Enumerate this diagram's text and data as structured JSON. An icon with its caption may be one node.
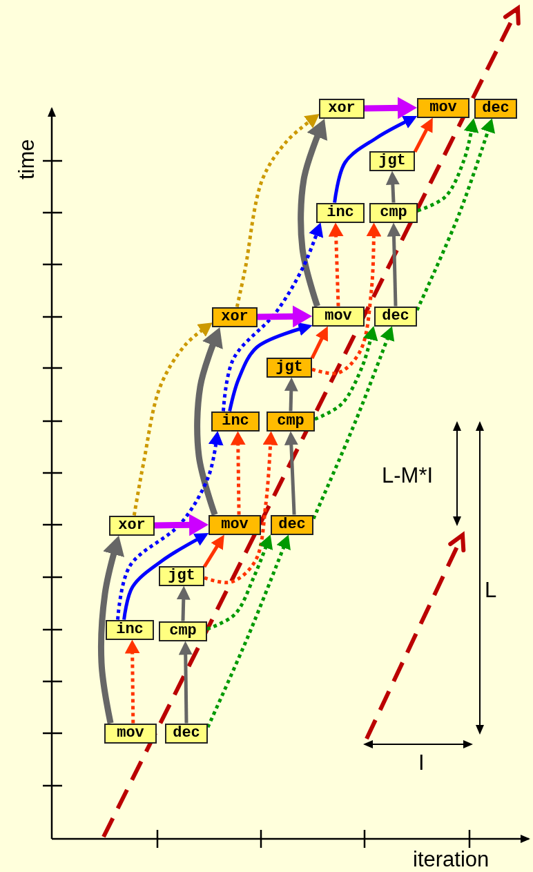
{
  "diagram": {
    "nodes": [
      {
        "text": [
          "mov"
        ]
      },
      {
        "text": [
          "dec"
        ]
      },
      {
        "text": [
          "inc"
        ]
      },
      {
        "text": [
          "cmp"
        ]
      },
      {
        "text": [
          "jgt"
        ]
      },
      {
        "text": [
          "xor"
        ]
      },
      {
        "text": [
          "mov"
        ]
      },
      {
        "text": [
          "dec"
        ]
      },
      {
        "text": [
          "inc"
        ]
      },
      {
        "text": [
          "cmp"
        ]
      },
      {
        "text": [
          "jgt"
        ]
      },
      {
        "text": [
          "xor"
        ]
      },
      {
        "text": [
          "mov"
        ]
      },
      {
        "text": [
          "dec"
        ]
      },
      {
        "text": [
          "inc"
        ]
      },
      {
        "text": [
          "cmp"
        ]
      },
      {
        "text": [
          "jgt"
        ]
      },
      {
        "text": [
          "xor"
        ]
      },
      {
        "text": [
          "mov"
        ]
      },
      {
        "text": [
          "dec"
        ]
      }
    ],
    "edges": [
      {
        "from": 0,
        "to": 5,
        "arrow": "to",
        "style": "thick"
      },
      {
        "from": 6,
        "to": 11,
        "arrow": "to",
        "style": "thick"
      },
      {
        "from": 12,
        "to": 17,
        "arrow": "to",
        "style": "thick"
      },
      {
        "from": 1,
        "to": 3,
        "arrow": "to"
      },
      {
        "from": 3,
        "to": 4,
        "arrow": "to"
      },
      {
        "from": 7,
        "to": 9,
        "arrow": "to"
      },
      {
        "from": 9,
        "to": 10,
        "arrow": "to"
      },
      {
        "from": 13,
        "to": 15,
        "arrow": "to"
      },
      {
        "from": 15,
        "to": 16,
        "arrow": "to"
      },
      {
        "from": 0,
        "to": 2,
        "arrow": "to",
        "style": "dashed",
        "color": "#ff3300"
      },
      {
        "from": 6,
        "to": 8,
        "arrow": "to",
        "style": "dashed",
        "color": "#ff3300"
      },
      {
        "from": 12,
        "to": 14,
        "arrow": "to",
        "style": "dashed",
        "color": "#ff3300"
      },
      {
        "from": 4,
        "to": 9,
        "arrow": "to",
        "style": "dashed",
        "color": "#ff3300"
      },
      {
        "from": 10,
        "to": 15,
        "arrow": "to",
        "style": "dashed",
        "color": "#ff3300"
      },
      {
        "from": 4,
        "to": 6,
        "arrow": "to",
        "color": "#ff3300"
      },
      {
        "from": 10,
        "to": 12,
        "arrow": "to",
        "color": "#ff3300"
      },
      {
        "from": 16,
        "to": 18,
        "arrow": "to",
        "color": "#ff3300"
      },
      {
        "from": 2,
        "to": 6,
        "arrow": "to",
        "color": "#0000ff"
      },
      {
        "from": 8,
        "to": 12,
        "arrow": "to",
        "color": "#0000ff"
      },
      {
        "from": 14,
        "to": 18,
        "arrow": "to",
        "color": "#0000ff"
      },
      {
        "from": 2,
        "to": 8,
        "arrow": "to",
        "style": "dashed",
        "color": "#0000ff"
      },
      {
        "from": 8,
        "to": 14,
        "arrow": "to",
        "style": "dashed",
        "color": "#0000ff"
      },
      {
        "from": 5,
        "to": 6,
        "arrow": "to",
        "style": "thick",
        "color": "#cc00ff"
      },
      {
        "from": 11,
        "to": 12,
        "arrow": "to",
        "style": "thick",
        "color": "#cc00ff"
      },
      {
        "from": 17,
        "to": 18,
        "arrow": "to",
        "style": "thick",
        "color": "#cc00ff"
      },
      {
        "from": 5,
        "to": 11,
        "arrow": "to",
        "style": "dashed",
        "color": "#cc9900"
      },
      {
        "from": 11,
        "to": 17,
        "arrow": "to",
        "style": "dashed",
        "color": "#cc9900"
      },
      {
        "from": 3,
        "to": 7,
        "arrow": "to",
        "style": "dashed",
        "color": "#009900"
      },
      {
        "from": 1,
        "to": 7,
        "arrow": "to",
        "style": "dashed",
        "color": "#009900"
      },
      {
        "from": 9,
        "to": 13,
        "arrow": "to",
        "style": "dashed",
        "color": "#009900"
      },
      {
        "from": 7,
        "to": 13,
        "arrow": "to",
        "style": "dashed",
        "color": "#009900"
      },
      {
        "from": 15,
        "to": 19,
        "arrow": "to",
        "style": "dashed",
        "color": "#009900"
      },
      {
        "from": 13,
        "to": 19,
        "arrow": "to",
        "style": "dashed",
        "color": "#009900"
      }
    ],
    "labels": [
      "time",
      "L-M*I",
      "L",
      "I",
      "iteration"
    ]
  }
}
